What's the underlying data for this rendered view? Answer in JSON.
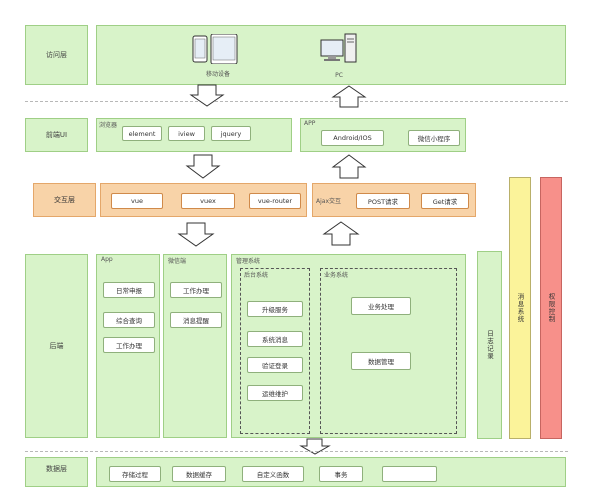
{
  "layers": {
    "access": "访问层",
    "frontend": "前端UI",
    "interaction": "交互层",
    "backend": "后端",
    "data": "数据层"
  },
  "access_panel": {
    "mobile_label": "移动设备",
    "pc_label": "PC"
  },
  "frontend_panel": {
    "web_tag": "浏览器",
    "web_items": [
      "element",
      "iview",
      "jquery"
    ],
    "app_tag": "APP",
    "app_items": [
      "Android/IOS",
      "微信小程序"
    ]
  },
  "interaction_panel": {
    "vue_items": [
      "vue",
      "vuex",
      "vue-router"
    ],
    "ajax_tag": "Ajax交互",
    "ajax_items": [
      "POST请求",
      "Get请求"
    ]
  },
  "backend_panel": {
    "app_tag": "App",
    "app_items": [
      "日常申报",
      "综合查询",
      "工作办理"
    ],
    "wechat_tag": "微信端",
    "wechat_items": [
      "工作办理",
      "消息提醒"
    ],
    "mgmt_tag": "管理系统",
    "mgmt_sub1_tag": "后台系统",
    "mgmt_sub1_items": [
      "升级服务",
      "系统消息",
      "验证登录",
      "运维维护"
    ],
    "mgmt_sub2_tag": "业务系统",
    "mgmt_sub2_items": [
      "业务处理",
      "数据管理"
    ],
    "log": "日志记录"
  },
  "side": {
    "message_system": "消息系统",
    "permission": "权限控制"
  },
  "data_panel": {
    "items": [
      "存储过程",
      "数据缓存",
      "自定义函数",
      "事务",
      ""
    ]
  },
  "colors": {
    "green_fill": "#d8f3c9",
    "green_border": "#9fcf86",
    "orange_fill": "#f8d3a8",
    "yellow_fill": "#fbf39a",
    "red_fill": "#f7908a"
  }
}
